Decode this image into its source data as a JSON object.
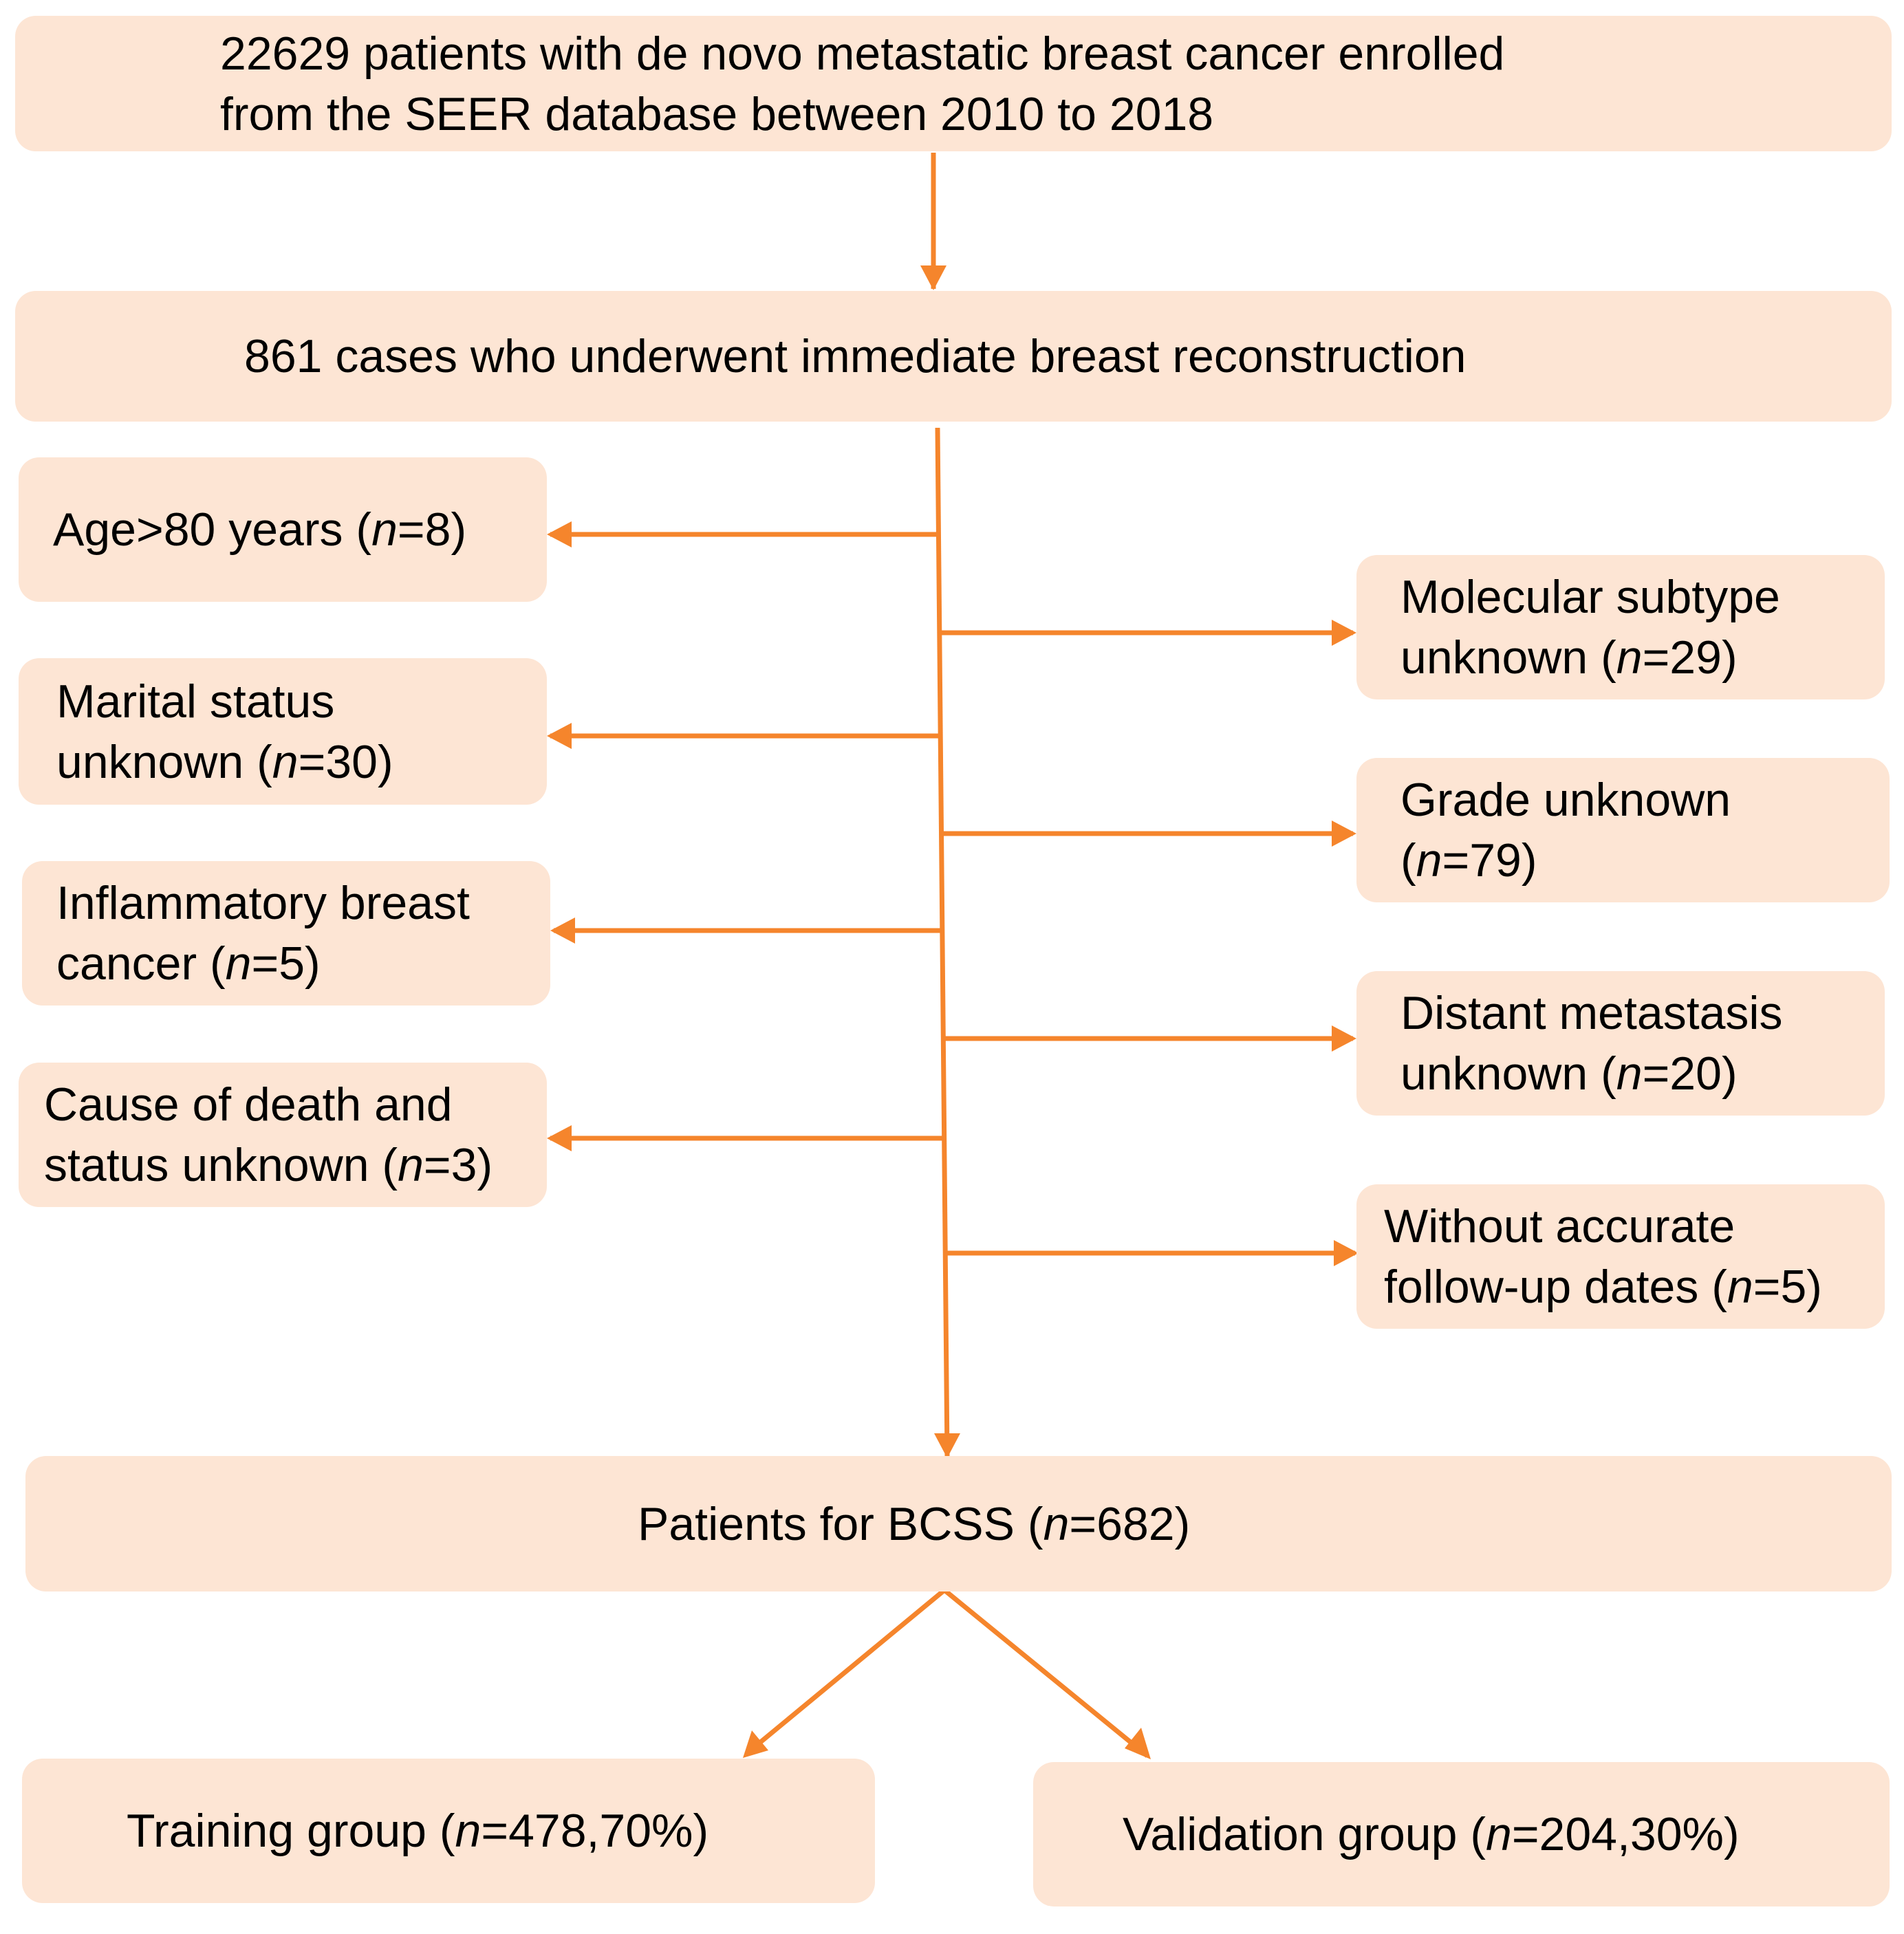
{
  "colors": {
    "box_fill": "#fde5d4",
    "arrow": "#f5852c"
  },
  "top_box": {
    "line1": "22629 patients with de novo metastatic breast cancer enrolled",
    "line2": "from the SEER database between 2010 to 2018"
  },
  "reconstruction_box": {
    "text": "861 cases who underwent immediate breast reconstruction"
  },
  "exclusions_left": [
    {
      "line1": "Age>80 years",
      "n_value": "8"
    },
    {
      "line1": "Marital status",
      "line2": "unknown",
      "n_value": "30"
    },
    {
      "line1": "Inflammatory breast",
      "line2": "cancer",
      "n_value": "5"
    },
    {
      "line1": "Cause of death and",
      "line2": "status unknown",
      "n_value": "3"
    }
  ],
  "exclusions_right": [
    {
      "line1": "Molecular subtype",
      "line2": "unknown",
      "n_value": "29"
    },
    {
      "line1": "Grade unknown",
      "line2": "",
      "n_value": "79"
    },
    {
      "line1": "Distant metastasis",
      "line2": "unknown",
      "n_value": "20"
    },
    {
      "line1": "Without accurate",
      "line2": "follow-up dates",
      "n_value": "5"
    }
  ],
  "bcss_box": {
    "label": "Patients for BCSS",
    "n_value": "682"
  },
  "training_box": {
    "label": "Training group",
    "n_value": "478,70%"
  },
  "validation_box": {
    "label": "Validation group",
    "n_value": "204,30%"
  },
  "n_symbol": "n"
}
